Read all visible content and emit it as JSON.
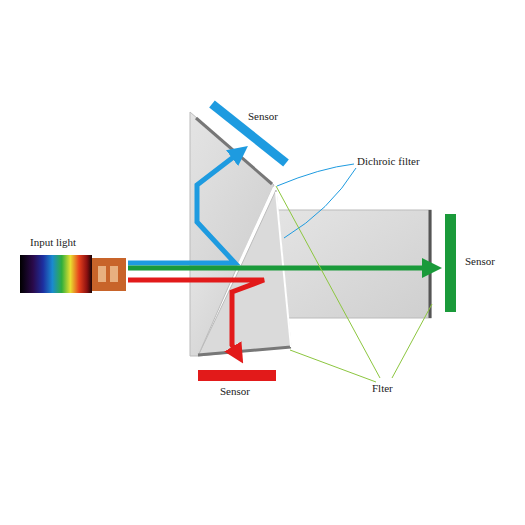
{
  "diagram": {
    "labels": [
      "Sensor",
      "Dichroic filter",
      "Input light",
      "Sensor",
      "Sensor",
      "Flter"
    ]
  }
}
